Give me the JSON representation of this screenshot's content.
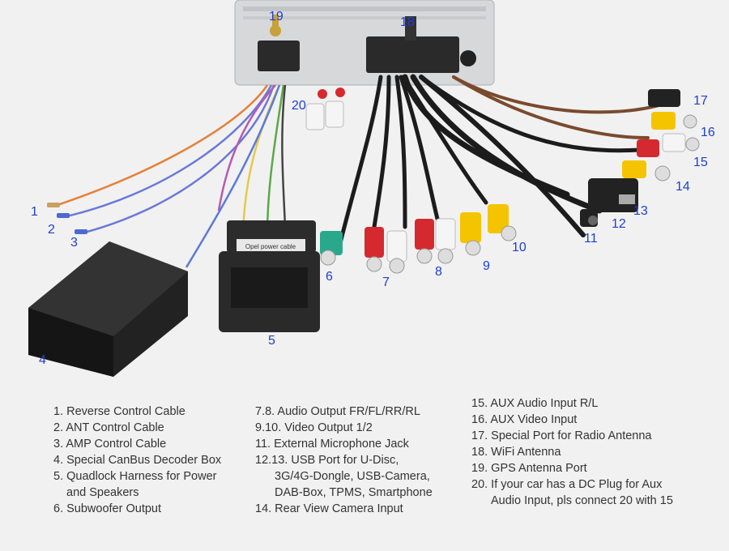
{
  "callouts": [
    "1",
    "2",
    "3",
    "4",
    "5",
    "6",
    "7",
    "8",
    "9",
    "10",
    "11",
    "12",
    "13",
    "14",
    "15",
    "16",
    "17",
    "18",
    "19",
    "20"
  ],
  "legend": {
    "col1": [
      "1. Reverse Control Cable",
      "2. ANT Control Cable",
      "3. AMP Control Cable",
      "4. Special CanBus Decoder Box",
      "5. Quadlock Harness for Power",
      "and Speakers",
      "6. Subwoofer Output"
    ],
    "col2": [
      "7.8. Audio Output FR/FL/RR/RL",
      "9.10. Video Output 1/2",
      "11. External Microphone Jack",
      "12.13. USB Port for U-Disc,",
      "3G/4G-Dongle, USB-Camera,",
      "DAB-Box, TPMS, Smartphone",
      "14. Rear View Camera Input"
    ],
    "col3": [
      "15. AUX Audio Input R/L",
      "16. AUX Video Input",
      "17. Special Port for Radio Antenna",
      "18. WiFi Antenna",
      "19. GPS Antenna Port",
      "20. If your car has a DC Plug for Aux",
      "Audio Input, pls connect 20 with 15"
    ]
  },
  "harness_label": "Opel power cable",
  "colors": {
    "label_blue": "#1f3fd0",
    "background": "#f1f1f1",
    "rca_red": "#d42a2f",
    "rca_white": "#f5f5f5",
    "rca_yellow": "#f4c400",
    "rca_green": "#2aa88c"
  }
}
